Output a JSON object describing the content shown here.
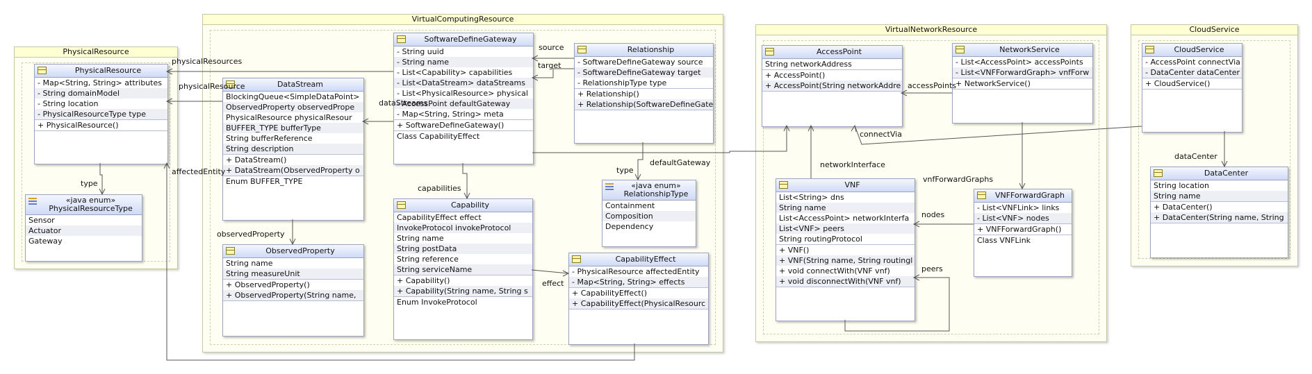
{
  "packages": {
    "physical": "PhysicalResource",
    "virtual_computing": "VirtualComputingResource",
    "virtual_network": "VirtualNetworkResource",
    "cloud": "CloudService"
  },
  "classes": {
    "physical_resource": {
      "name": "PhysicalResource",
      "attributes": [
        "- Map<String, String> attributes",
        "- String domainModel",
        "- String location",
        "- PhysicalResourceType type"
      ],
      "operations": [
        "+ PhysicalResource()"
      ]
    },
    "physical_resource_type": {
      "stereotype": "«java enum»",
      "name": "PhysicalResourceType",
      "literals": [
        "Sensor",
        "Actuator",
        "Gateway"
      ]
    },
    "data_stream": {
      "name": "DataStream",
      "attributes": [
        "BlockingQueue<SimpleDataPoint>",
        "ObservedProperty observedPrope",
        "PhysicalResource physicalResour",
        "BUFFER_TYPE bufferType",
        "String bufferReference",
        "String description"
      ],
      "operations": [
        "+ DataStream()",
        "+ DataStream(ObservedProperty o"
      ],
      "inner": [
        "Enum BUFFER_TYPE"
      ]
    },
    "observed_property": {
      "name": "ObservedProperty",
      "attributes": [
        "String name",
        "String measureUnit"
      ],
      "operations": [
        "+ ObservedProperty()",
        "+ ObservedProperty(String name,"
      ]
    },
    "software_define_gateway": {
      "name": "SoftwareDefineGateway",
      "attributes": [
        "- String uuid",
        "- String name",
        "- List<Capability> capabilities",
        "- List<DataStream> dataStreams",
        "- List<PhysicalResource> physical",
        "- AccessPoint defaultGateway",
        "- Map<String, String> meta"
      ],
      "operations": [
        "+ SoftwareDefineGateway()"
      ],
      "inner": [
        "Class CapabilityEffect"
      ]
    },
    "relationship": {
      "name": "Relationship",
      "attributes": [
        "- SoftwareDefineGateway source",
        "- SoftwareDefineGateway target",
        "- RelationshipType type"
      ],
      "operations": [
        "+ Relationship()",
        "+ Relationship(SoftwareDefineGate"
      ]
    },
    "relationship_type": {
      "stereotype": "«java enum»",
      "name": "RelationshipType",
      "literals": [
        "Containment",
        "Composition",
        "Dependency"
      ]
    },
    "capability": {
      "name": "Capability",
      "attributes": [
        "CapabilityEffect effect",
        "InvokeProtocol invokeProtocol",
        "String name",
        "String postData",
        "String reference",
        "String serviceName"
      ],
      "operations": [
        "+ Capability()",
        "+ Capability(String name, String s"
      ],
      "inner": [
        "Enum InvokeProtocol"
      ]
    },
    "capability_effect": {
      "name": "CapabilityEffect",
      "attributes": [
        "- PhysicalResource affectedEntity",
        "- Map<String, String> effects"
      ],
      "operations": [
        "+ CapabilityEffect()",
        "+ CapabilityEffect(PhysicalResourc"
      ]
    },
    "access_point": {
      "name": "AccessPoint",
      "attributes": [
        "String networkAddress"
      ],
      "operations": [
        "+ AccessPoint()",
        "+ AccessPoint(String networkAddre"
      ]
    },
    "network_service": {
      "name": "NetworkService",
      "attributes": [
        "- List<AccessPoint> accessPoints",
        "- List<VNFForwardGraph> vnfForw"
      ],
      "operations": [
        "+ NetworkService()"
      ]
    },
    "vnf": {
      "name": "VNF",
      "attributes": [
        "List<String> dns",
        "String name",
        "List<AccessPoint> networkInterfa",
        "List<VNF> peers",
        "String routingProtocol"
      ],
      "operations": [
        "+ VNF()",
        "+ VNF(String name, String routingl",
        "+ void connectWith(VNF vnf)",
        "+ void disconnectWith(VNF vnf)"
      ]
    },
    "vnf_forward_graph": {
      "name": "VNFForwardGraph",
      "attributes": [
        "- List<VNFLink> links",
        "- List<VNF> nodes"
      ],
      "operations": [
        "+ VNFForwardGraph()"
      ],
      "inner": [
        "Class VNFLink"
      ]
    },
    "cloud_service": {
      "name": "CloudService",
      "attributes": [
        "- AccessPoint connectVia",
        "- DataCenter dataCenter"
      ],
      "operations": [
        "+ CloudService()"
      ]
    },
    "data_center": {
      "name": "DataCenter",
      "attributes": [
        "String location",
        "String name"
      ],
      "operations": [
        "+ DataCenter()",
        "+ DataCenter(String name, String"
      ]
    }
  },
  "associations": {
    "physicalResources": "physicalResources",
    "physicalResource": "physicalResource",
    "type_phys": "type",
    "affectedEntity": "affectedEntity",
    "dataStreams": "dataStreams",
    "source": "source",
    "target": "target",
    "observedProperty": "observedProperty",
    "capabilities": "capabilities",
    "type_rel": "type",
    "defaultGateway": "defaultGateway",
    "effect": "effect",
    "accessPoints": "accessPoints",
    "connectVia": "connectVia",
    "networkInterface": "networkInterface",
    "vnfForwardGraphs": "vnfForwardGraphs",
    "nodes": "nodes",
    "peers": "peers",
    "dataCenter": "dataCenter"
  }
}
